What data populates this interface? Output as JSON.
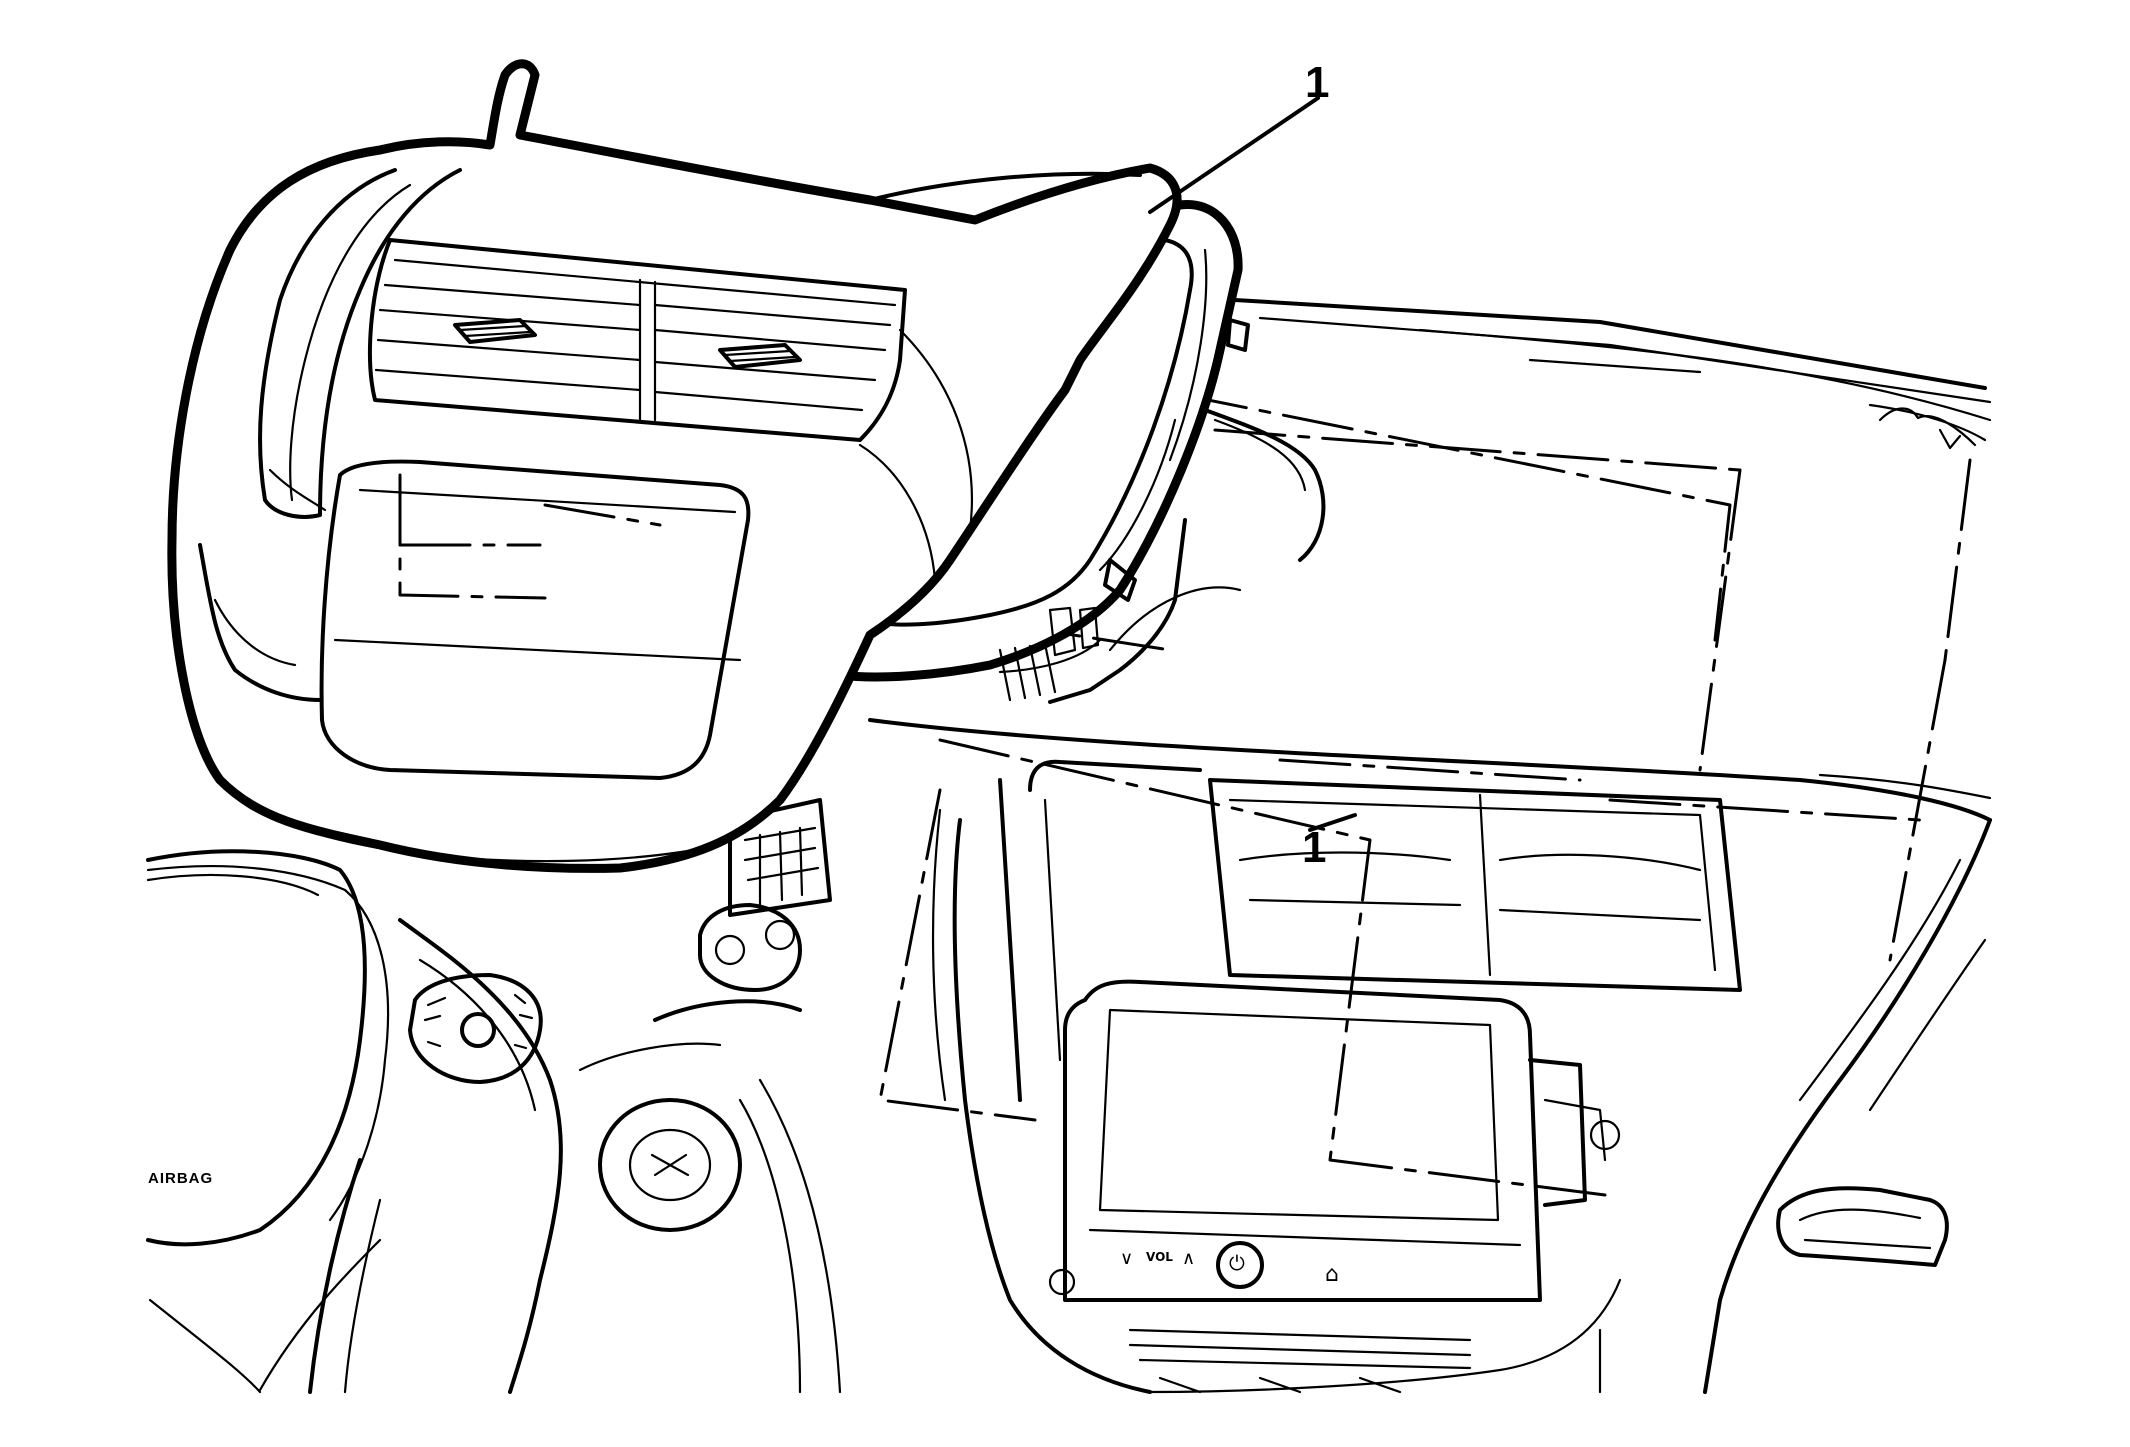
{
  "callouts": [
    {
      "label": "1"
    },
    {
      "label": "1"
    }
  ],
  "radio_buttons": {
    "down_arrow": "∨",
    "vol": "VOL",
    "up_arrow": "∧",
    "power": "⏻",
    "home": "⌂"
  },
  "airbag_label": "AIRBAG"
}
